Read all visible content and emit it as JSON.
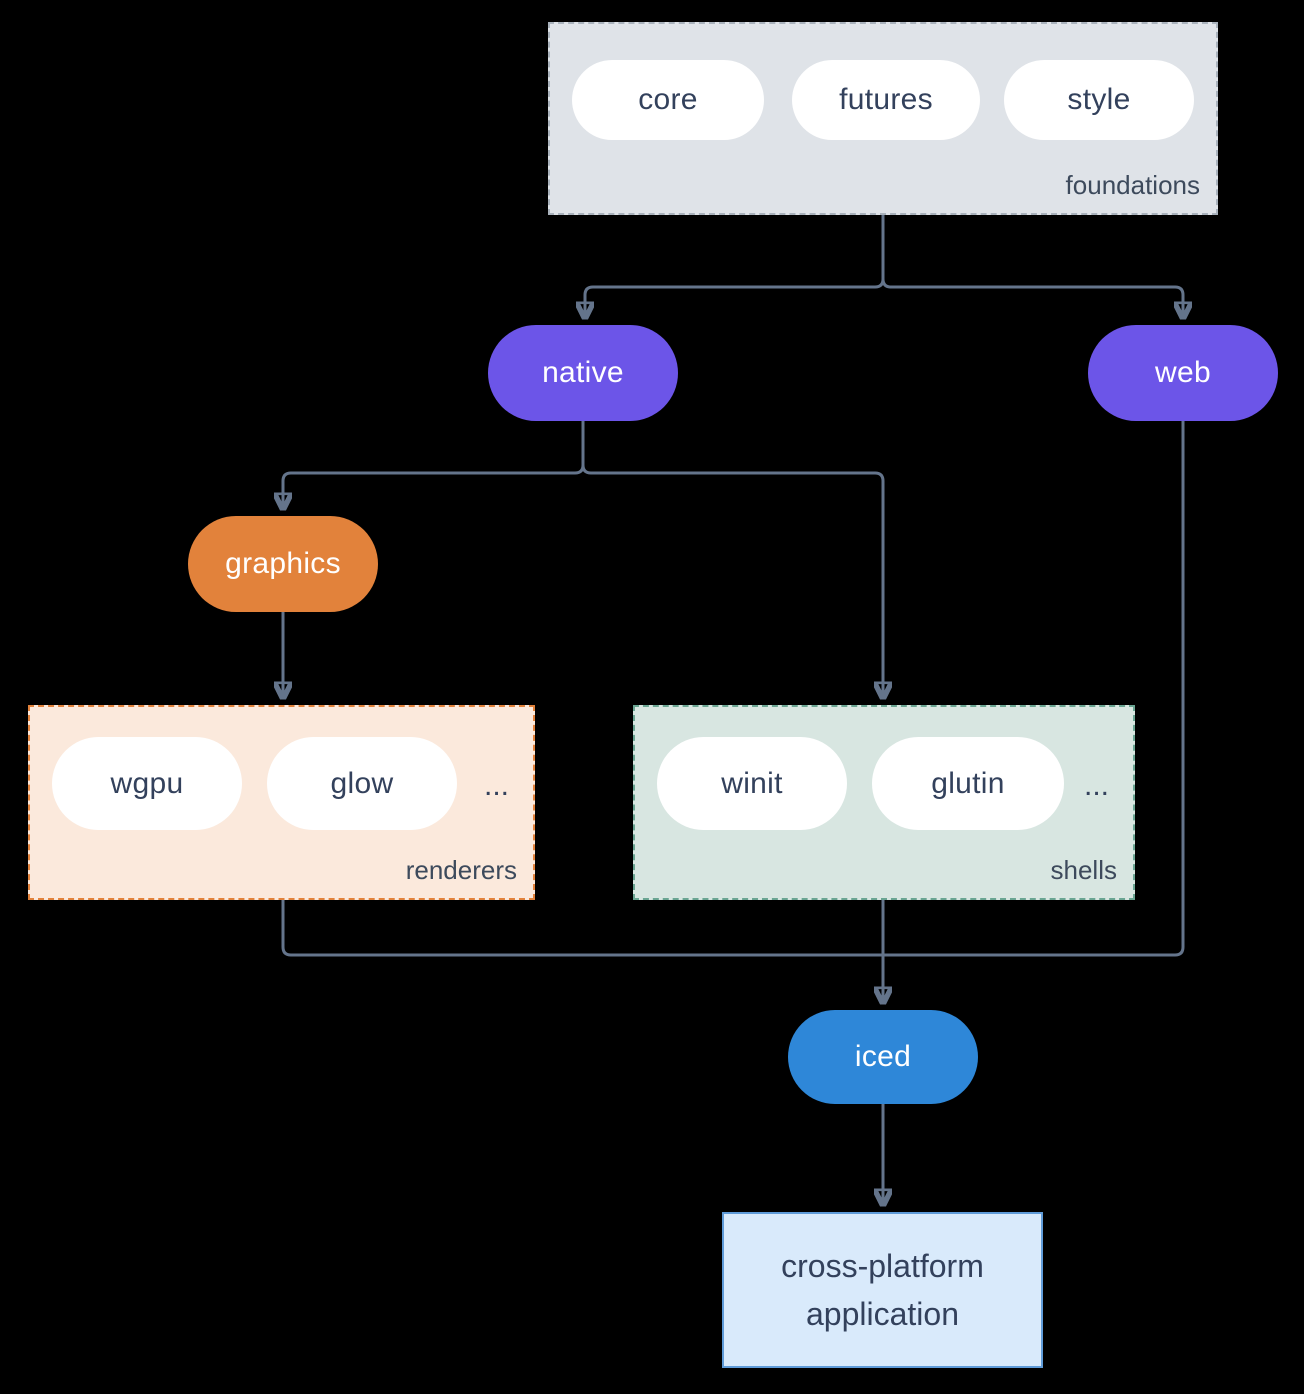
{
  "diagram": {
    "groups": {
      "foundations": {
        "label": "foundations",
        "items": [
          {
            "label": "core"
          },
          {
            "label": "futures"
          },
          {
            "label": "style"
          }
        ]
      },
      "renderers": {
        "label": "renderers",
        "items": [
          {
            "label": "wgpu"
          },
          {
            "label": "glow"
          }
        ],
        "ellipsis": "..."
      },
      "shells": {
        "label": "shells",
        "items": [
          {
            "label": "winit"
          },
          {
            "label": "glutin"
          }
        ],
        "ellipsis": "..."
      }
    },
    "nodes": {
      "native": {
        "label": "native"
      },
      "web": {
        "label": "web"
      },
      "graphics": {
        "label": "graphics"
      },
      "iced": {
        "label": "iced"
      },
      "application": {
        "lines": [
          "cross-platform",
          "application"
        ]
      }
    },
    "colors": {
      "background": "#000000",
      "purple": "#6c55e8",
      "orange": "#e2823b",
      "blue": "#2e87d8",
      "foundations_bg": "#dfe3e8",
      "renderers_bg": "#fbe9dc",
      "shells_bg": "#d8e6e1",
      "application_bg": "#d9eafb",
      "application_border": "#5f9bd8",
      "connector": "#64748b",
      "pill_text_dark": "#33415c",
      "pill_text_light": "#ffffff"
    }
  }
}
